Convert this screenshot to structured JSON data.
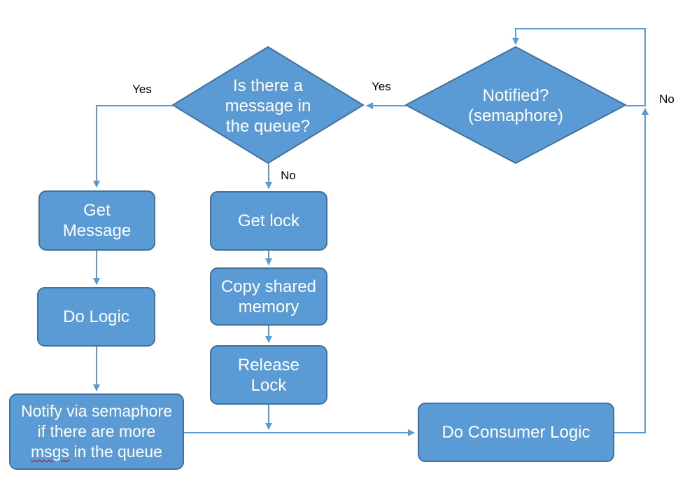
{
  "colors": {
    "shape_fill": "#5B9BD5",
    "shape_border": "#41719C",
    "connector": "#5B9BD5",
    "shape_text": "#FFFFFF",
    "label_text": "#000000",
    "misspell_underline": "#C00000"
  },
  "nodes": {
    "message_check": {
      "label": "Is there a\nmessage in\nthe queue?"
    },
    "notified": {
      "label": "Notified?\n(semaphore)"
    },
    "get_message": {
      "label": "Get\nMessage"
    },
    "do_logic": {
      "label": "Do Logic"
    },
    "get_lock": {
      "label": "Get lock"
    },
    "copy_shared_memory": {
      "label": "Copy shared\nmemory"
    },
    "release_lock": {
      "label": "Release\nLock"
    },
    "do_consumer_logic": {
      "label": "Do Consumer Logic"
    },
    "notify": {
      "line1": "Notify via semaphore",
      "line2": "if there are more",
      "misspelled_word": "msgs",
      "line3_rest": " in the queue"
    }
  },
  "edge_labels": {
    "yes_left": "Yes",
    "yes_middle": "Yes",
    "no_queue": "No",
    "no_notified": "No"
  }
}
